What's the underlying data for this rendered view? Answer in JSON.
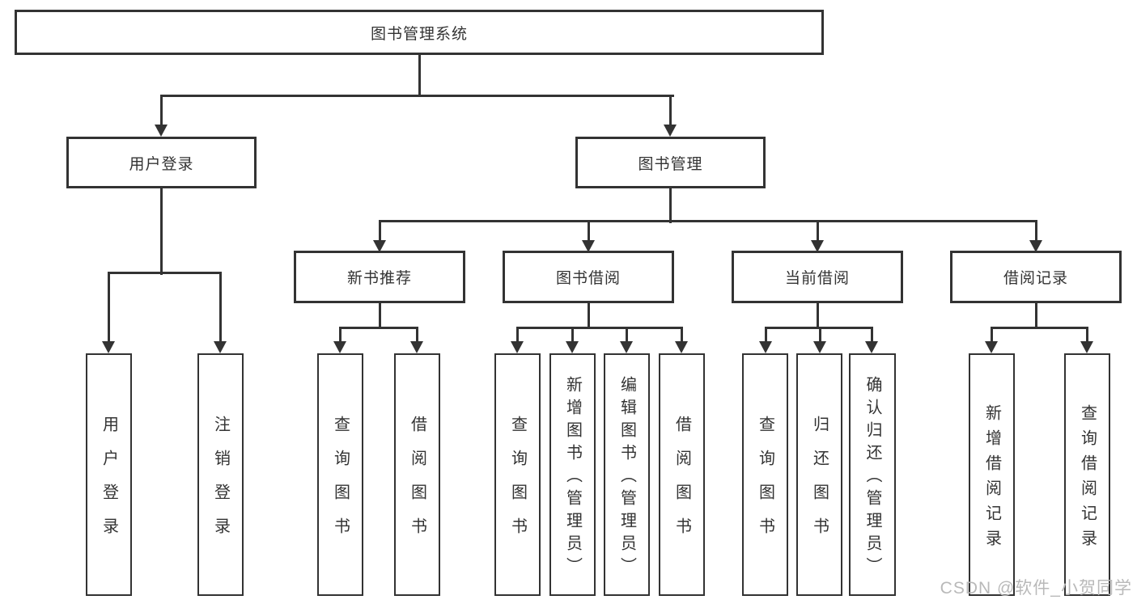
{
  "nodes": {
    "root": "图书管理系统",
    "login": {
      "label": "用户登录",
      "children": [
        "用户登录",
        "注销登录"
      ]
    },
    "mgmt": {
      "label": "图书管理",
      "children": [
        {
          "label": "新书推荐",
          "children": [
            "查询图书",
            "借阅图书"
          ]
        },
        {
          "label": "图书借阅",
          "children": [
            "查询图书",
            "新增图书（管理员）",
            "编辑图书（管理员）",
            "借阅图书"
          ]
        },
        {
          "label": "当前借阅",
          "children": [
            "查询图书",
            "归还图书",
            "确认归还（管理员）"
          ]
        },
        {
          "label": "借阅记录",
          "children": [
            "新增借阅记录",
            "查询借阅记录"
          ]
        }
      ]
    }
  },
  "watermark": "CSDN @软件_小贺同学",
  "colors": {
    "line": "#333333",
    "border": "#333333",
    "text": "#333333",
    "watermark": "#b9b9b9",
    "background": "#ffffff"
  }
}
